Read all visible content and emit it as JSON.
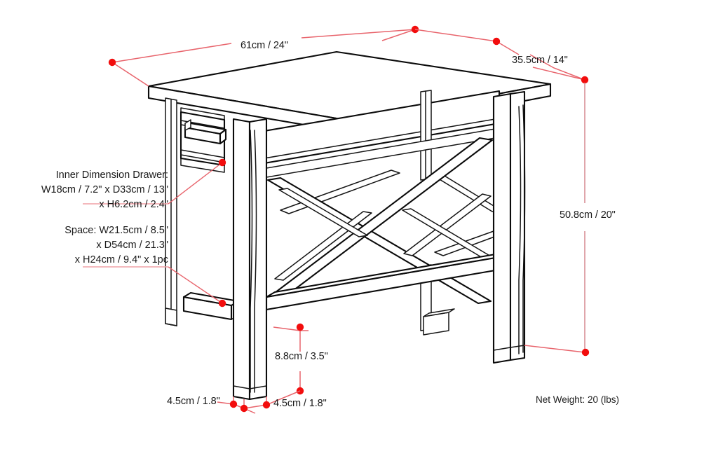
{
  "diagram": {
    "title": "End table dimension diagram",
    "product_type": "side-table-with-drawer-and-x-brace",
    "background_color": "#ffffff",
    "line_color": "#0b0b0b",
    "dimension_color": "#e8646c",
    "dimension_dot_color": "#f20d0d"
  },
  "dimensions": {
    "width": {
      "label": "61cm / 24\"",
      "name": "overall-width"
    },
    "depth": {
      "label": "35.5cm / 14\"",
      "name": "overall-depth"
    },
    "height": {
      "label": "50.8cm / 20\"",
      "name": "overall-height"
    },
    "leg_clearance": {
      "label": "8.8cm / 3.5\"",
      "name": "bottom-clearance"
    },
    "leg_width_front": {
      "label": "4.5cm / 1.8\"",
      "name": "leg-width"
    },
    "leg_width_side": {
      "label": "4.5cm / 1.8\"",
      "name": "leg-depth"
    }
  },
  "callouts": {
    "drawer": {
      "name": "inner-dimension-drawer",
      "lines": [
        "Inner Dimension Drawer:",
        "W18cm / 7.2\" x D33cm / 13\"",
        "x H6.2cm / 2.4\""
      ]
    },
    "space": {
      "name": "open-space",
      "lines": [
        "Space: W21.5cm / 8.5\"",
        "x D54cm / 21.3\"",
        "x H24cm / 9.4\" x 1pc"
      ]
    }
  },
  "footer": {
    "net_weight": "Net Weight: 20 (lbs)"
  }
}
